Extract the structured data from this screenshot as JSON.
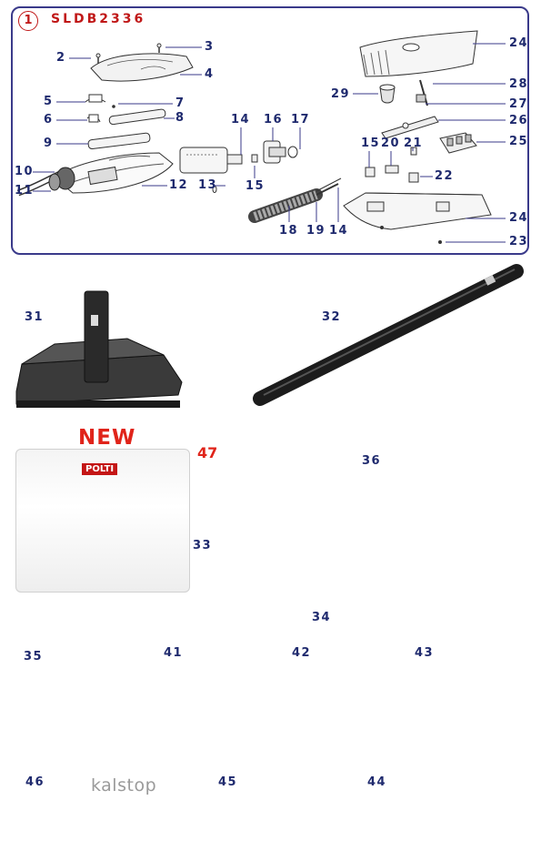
{
  "header": {
    "circle_number": "1",
    "code": "SLDB2336"
  },
  "labels": {
    "l2": "2",
    "l3": "3",
    "l4": "4",
    "l5": "5",
    "l6": "6",
    "l7": "7",
    "l8": "8",
    "l9": "9",
    "l10": "10",
    "l11": "11",
    "l12": "12",
    "l13": "13",
    "l14a": "14",
    "l14b": "14",
    "l15a": "15",
    "l15b": "15",
    "l16": "16",
    "l17": "17",
    "l18": "18",
    "l19": "19",
    "l20": "20",
    "l21": "21",
    "l22": "22",
    "l23": "23",
    "l24a": "24",
    "l24b": "24",
    "l25": "25",
    "l26": "26",
    "l27": "27",
    "l28": "28",
    "l29": "29",
    "l31": "31",
    "l32": "32",
    "l33": "33",
    "l34": "34",
    "l35": "35",
    "l36": "36",
    "l41": "41",
    "l42": "42",
    "l43": "43",
    "l44": "44",
    "l45": "45",
    "l46": "46",
    "l47": "47"
  },
  "new_badge": "NEW",
  "package_logo": "POLTI",
  "kalstop_text": "kalstop",
  "colors": {
    "frame": "#3a3a8a",
    "label": "#1f2a6e",
    "accent": "#e0241a"
  }
}
